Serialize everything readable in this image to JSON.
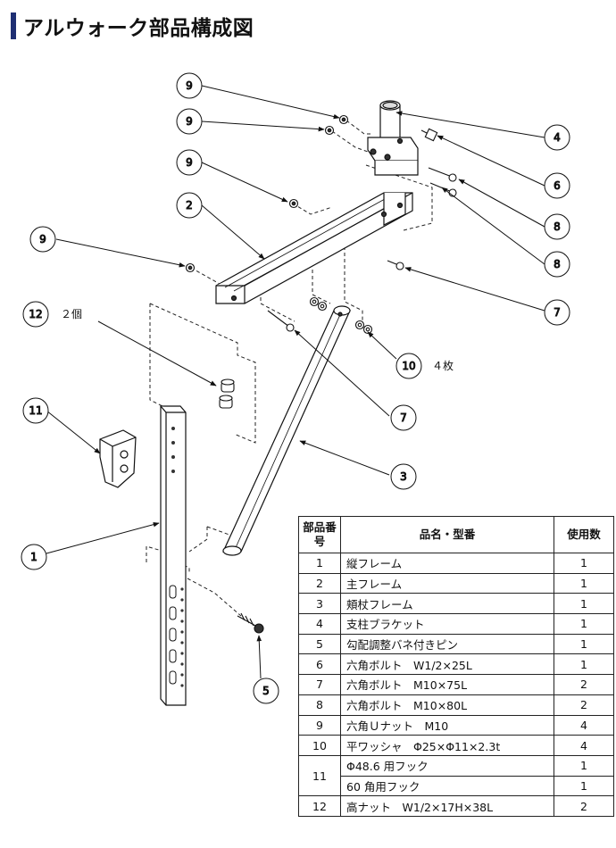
{
  "title": "アルウォーク部品構成図",
  "callouts": [
    {
      "id": "c9a",
      "label": "9"
    },
    {
      "id": "c9b",
      "label": "9"
    },
    {
      "id": "c9c",
      "label": "9"
    },
    {
      "id": "c9d",
      "label": "9"
    },
    {
      "id": "c2",
      "label": "2"
    },
    {
      "id": "c12",
      "label": "12"
    },
    {
      "id": "c11",
      "label": "11"
    },
    {
      "id": "c1",
      "label": "1"
    },
    {
      "id": "c5",
      "label": "5"
    },
    {
      "id": "c4",
      "label": "4"
    },
    {
      "id": "c6",
      "label": "6"
    },
    {
      "id": "c8a",
      "label": "8"
    },
    {
      "id": "c8b",
      "label": "8"
    },
    {
      "id": "c7a",
      "label": "7"
    },
    {
      "id": "c10",
      "label": "10"
    },
    {
      "id": "c7b",
      "label": "7"
    },
    {
      "id": "c3",
      "label": "3"
    }
  ],
  "notes": {
    "c12_note": "２個",
    "c10_note": "４枚"
  },
  "table": {
    "header_num": "部品番号",
    "header_name": "品名・型番",
    "header_qty": "使用数",
    "rows": [
      {
        "num": "1",
        "name": "縦フレーム",
        "qty": "1"
      },
      {
        "num": "2",
        "name": "主フレーム",
        "qty": "1"
      },
      {
        "num": "3",
        "name": "頬杖フレーム",
        "qty": "1"
      },
      {
        "num": "4",
        "name": "支柱ブラケット",
        "qty": "1"
      },
      {
        "num": "5",
        "name": "勾配調整バネ付きピン",
        "qty": "1"
      },
      {
        "num": "6",
        "name": "六角ボルト　W1/2×25L",
        "qty": "1"
      },
      {
        "num": "7",
        "name": "六角ボルト　M10×75L",
        "qty": "2"
      },
      {
        "num": "8",
        "name": "六角ボルト　M10×80L",
        "qty": "2"
      },
      {
        "num": "9",
        "name": "六角Ｕナット　M10",
        "qty": "4"
      },
      {
        "num": "10",
        "name": "平ワッシャ　Φ25×Φ11×2.3t",
        "qty": "4"
      },
      {
        "num": "11",
        "name": "Φ48.6 用フック",
        "qty": "1"
      },
      {
        "num": "",
        "name": "60 角用フック",
        "qty": "1"
      },
      {
        "num": "12",
        "name": "高ナット　W1/2×17H×38L",
        "qty": "2"
      }
    ]
  }
}
